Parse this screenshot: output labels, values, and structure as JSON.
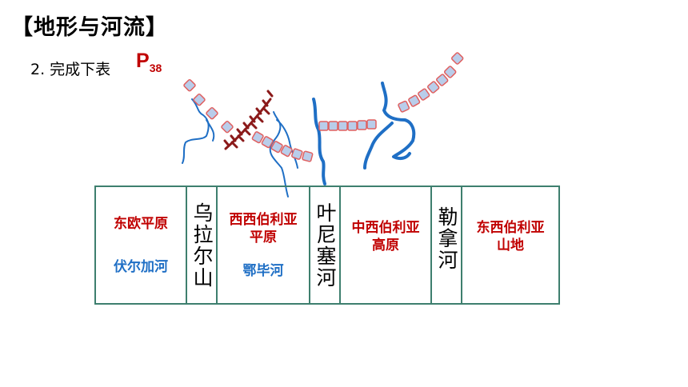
{
  "header": {
    "title": "【地形与河流】",
    "subtitle": "2. 完成下表",
    "page_ref_letter": "P",
    "page_ref_number": "38"
  },
  "colors": {
    "answer_red": "#c00000",
    "answer_blue": "#1f6fc5",
    "river_blue": "#1f6fc5",
    "table_border": "#3e7f6e",
    "boundary_fill": "#b9cdea",
    "boundary_stroke": "#e06060",
    "mountain": "#8b1a1a"
  },
  "table": {
    "col1": {
      "terrain": "东欧平原",
      "river": "伏尔加河"
    },
    "col2": {
      "label": "乌拉尔山"
    },
    "col3": {
      "terrain_line1": "西西伯利亚",
      "terrain_line2": "平原",
      "river": "鄂毕河"
    },
    "col4": {
      "label": "叶尼塞河"
    },
    "col5": {
      "terrain_line1": "中西伯利亚",
      "terrain_line2": "高原"
    },
    "col6": {
      "label": "勒拿河"
    },
    "col7": {
      "terrain_line1": "东西伯利亚",
      "terrain_line2": "山地"
    }
  }
}
